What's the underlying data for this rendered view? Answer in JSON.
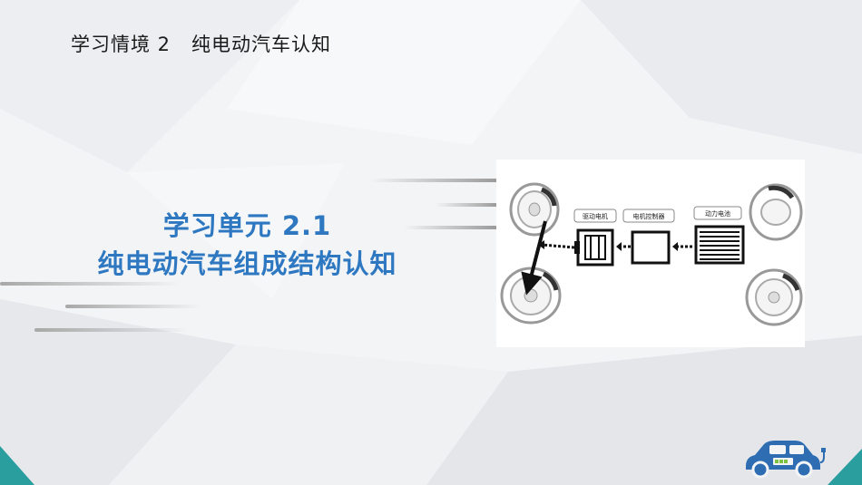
{
  "header": {
    "title": "学习情境 2   纯电动汽车认知"
  },
  "main": {
    "title_line1": "学习单元 2.1",
    "title_line2": "纯电动汽车组成结构认知"
  },
  "diagram": {
    "labels": {
      "drive_motor": "驱动电机",
      "motor_controller": "电机控制器",
      "power_battery": "动力电池"
    }
  },
  "colors": {
    "title_blue": "#2e78c2",
    "teal": "#2a9d9f",
    "logo_blue": "#2f6db3",
    "logo_green": "#7dc242"
  }
}
